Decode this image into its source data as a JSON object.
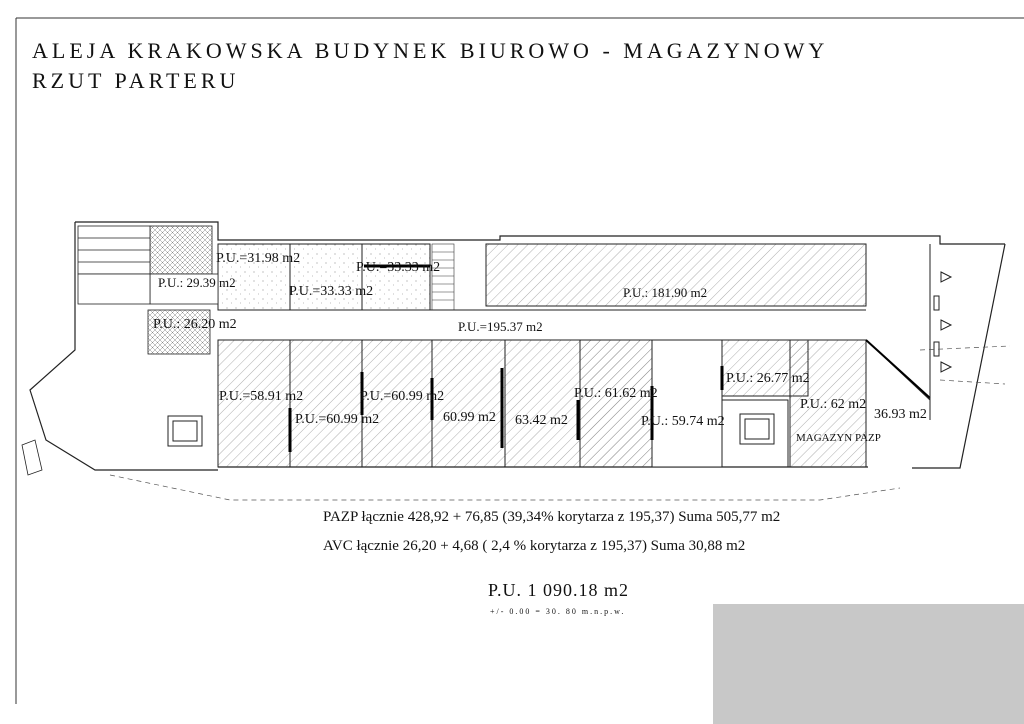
{
  "title": {
    "line1": "ALEJA KRAKOWSKA BUDYNEK BIUROWO - MAGAZYNOWY",
    "line2": "RZUT PARTERU"
  },
  "rooms": {
    "r1": "P.U.=31.98 m2",
    "r2": "P.U.=33.33 m2",
    "r3": "P.U.=33.33 m2",
    "r4": "P.U.: 181.90 m2",
    "r5": "P.U.: 29.39 m2",
    "r6": "P.U.: 26.20 m2",
    "r7": "P.U.=195.37 m2",
    "r8": "P.U.=58.91 m2",
    "r9": "P.U.=60.99 m2",
    "r10": "P.U.=60.99 m2",
    "r11": "60.99 m2",
    "r12": "63.42 m2",
    "r13": "P.U.: 61.62 m2",
    "r14": "P.U.: 59.74 m2",
    "r15": "P.U.: 26.77 m2",
    "r16": "P.U.: 62 m2",
    "r17": "36.93 m2",
    "r18": "MAGAZYN PAZP"
  },
  "summary": {
    "pazp": "PAZP  łącznie 428,92 + 76,85 (39,34% korytarza z 195,37) Suma 505,77 m2",
    "avc": "AVC  łącznie     26,20  + 4,68 (  2,4 % korytarza z 195,37) Suma 30,88 m2",
    "total": "P.U.   1 090.18 m2",
    "level": "+/-  0.00  =  30. 80  m.n.p.w."
  }
}
